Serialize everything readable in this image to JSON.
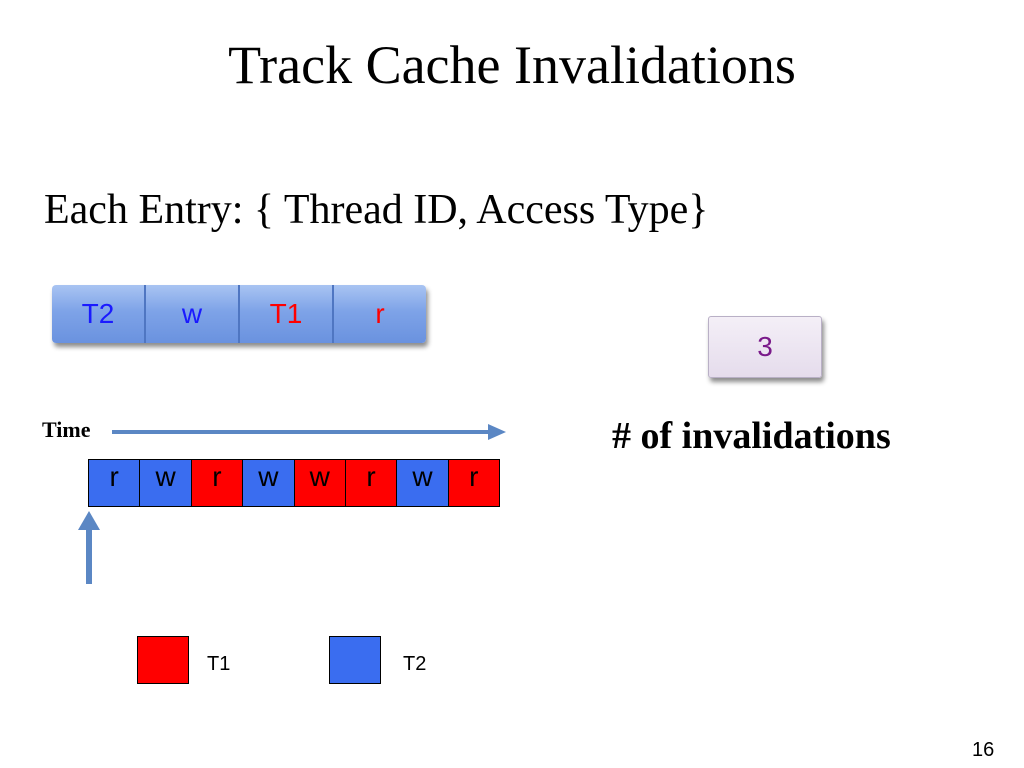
{
  "slide": {
    "title": "Track Cache Invalidations",
    "subtitle": "Each Entry: { Thread ID, Access Type}",
    "page_number": "16"
  },
  "entry": {
    "cells": [
      {
        "text": "T2",
        "color": "#1a1aff"
      },
      {
        "text": "w",
        "color": "#1a1aff"
      },
      {
        "text": "T1",
        "color": "#ff0000"
      },
      {
        "text": "r",
        "color": "#ff0000"
      }
    ]
  },
  "counter": {
    "value": "3",
    "label": "# of invalidations"
  },
  "timeline": {
    "label": "Time",
    "accesses": [
      {
        "text": "r",
        "thread": "T2"
      },
      {
        "text": "w",
        "thread": "T2"
      },
      {
        "text": "r",
        "thread": "T1"
      },
      {
        "text": "w",
        "thread": "T2"
      },
      {
        "text": "w",
        "thread": "T1"
      },
      {
        "text": "r",
        "thread": "T1"
      },
      {
        "text": "w",
        "thread": "T2"
      },
      {
        "text": "r",
        "thread": "T1"
      }
    ]
  },
  "legend": [
    {
      "label": "T1",
      "color": "#ff0000"
    },
    {
      "label": "T2",
      "color": "#3a6df0"
    }
  ],
  "colors": {
    "arrow": "#5b87c4",
    "T1": "#ff0000",
    "T2": "#3a6df0"
  }
}
